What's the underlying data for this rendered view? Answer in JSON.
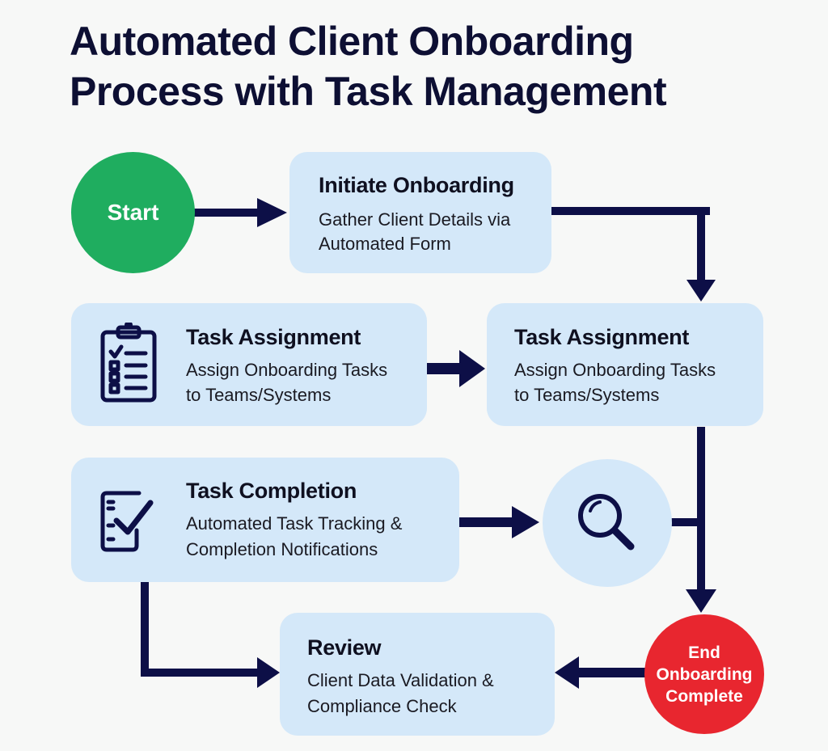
{
  "title": {
    "line1": "Automated Client Onboarding",
    "line2": "Process with Task Management"
  },
  "colors": {
    "start": "#1fad5f",
    "end": "#e8262f",
    "box": "#d4e8f9",
    "connector": "#0d0f47"
  },
  "nodes": {
    "start": {
      "label": "Start"
    },
    "initiate": {
      "title": "Initiate Onboarding",
      "desc1": "Gather Client Details via",
      "desc2": "Automated Form"
    },
    "assign_left": {
      "title": "Task Assignment",
      "desc1": "Assign Onboarding Tasks",
      "desc2": "to Teams/Systems",
      "icon": "clipboard-checklist-icon"
    },
    "assign_right": {
      "title": "Task Assignment",
      "desc1": "Assign Onboarding Tasks",
      "desc2": "to Teams/Systems"
    },
    "completion": {
      "title": "Task Completion",
      "desc1": "Automated Task Tracking &",
      "desc2": "Completion Notifications",
      "icon": "checklist-check-icon"
    },
    "search": {
      "icon": "magnifier-icon"
    },
    "review": {
      "title": "Review",
      "desc1": "Client Data Validation &",
      "desc2": "Compliance Check"
    },
    "end": {
      "line1": "End",
      "line2": "Onboarding",
      "line3": "Complete"
    }
  }
}
